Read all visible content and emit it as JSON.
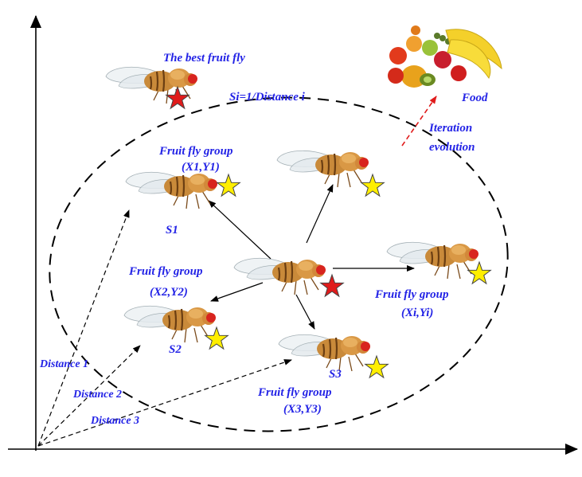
{
  "labels": {
    "best_fly": "The best fruit fly",
    "smell_formula": "Si=1/Distance i",
    "food": "Food",
    "iteration_line1": "Iteration",
    "iteration_line2": "evolution",
    "group1_title": "Fruit fly group",
    "group1_coords": "(X1,Y1)",
    "group1_smell": "S1",
    "group2_title": "Fruit fly group",
    "group2_coords": "(X2,Y2)",
    "group2_smell": "S2",
    "group3_title": "Fruit fly group",
    "group3_coords": "(X3,Y3)",
    "group3_smell": "S3",
    "groupi_title": "Fruit fly group",
    "groupi_coords": "(Xi,Yi)",
    "distance1": "Distance 1",
    "distance2": "Distance 2",
    "distance3": "Distance 3"
  },
  "colors": {
    "label_text": "#2323e6",
    "best_star": "#e01b1b",
    "group_star": "#ffee00",
    "iteration_arrow": "#e01b1b",
    "axis": "#000000"
  },
  "icons": {
    "fly": "fruit-fly-icon",
    "star": "star-icon",
    "food": "fruit-pile-icon"
  }
}
